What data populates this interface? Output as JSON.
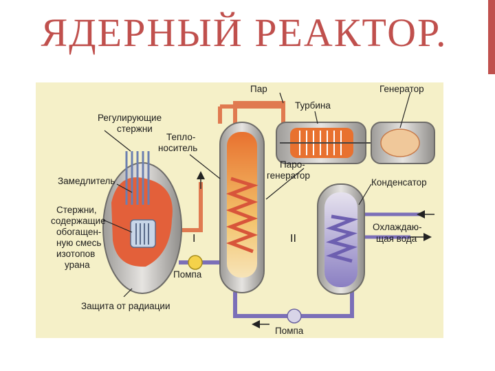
{
  "slide": {
    "title": "ЯДЕРНЫЙ РЕАКТОР."
  },
  "diagram": {
    "labels": {
      "steam": "Пар",
      "turbine": "Турбина",
      "generator": "Генератор",
      "control_rods_1": "Регулирующие",
      "control_rods_2": "стержни",
      "coolant_1": "Тепло-",
      "coolant_2": "носитель",
      "moderator": "Замедлитель",
      "steam_generator_1": "Паро-",
      "steam_generator_2": "генератор",
      "condenser": "Конденсатор",
      "fuel_rods_1": "Стержни,",
      "fuel_rods_2": "содержащие",
      "fuel_rods_3": "обогащен-",
      "fuel_rods_4": "ную смесь",
      "fuel_rods_5": "изотопов",
      "fuel_rods_6": "урана",
      "circuit_1": "I",
      "circuit_2": "II",
      "cooling_water_1": "Охлаждаю-",
      "cooling_water_2": "щая вода",
      "pump_1": "Помпа",
      "shielding": "Защита от радиации",
      "pump_2": "Помпа"
    },
    "colors": {
      "background": "#f5f0c8",
      "hot_pipe": "#e07a50",
      "cold_pipe": "#7b6fb8",
      "vessel": "#c9c7c4",
      "core": "#e3603a",
      "coil": "#d8553a",
      "title": "#c0504d"
    }
  }
}
